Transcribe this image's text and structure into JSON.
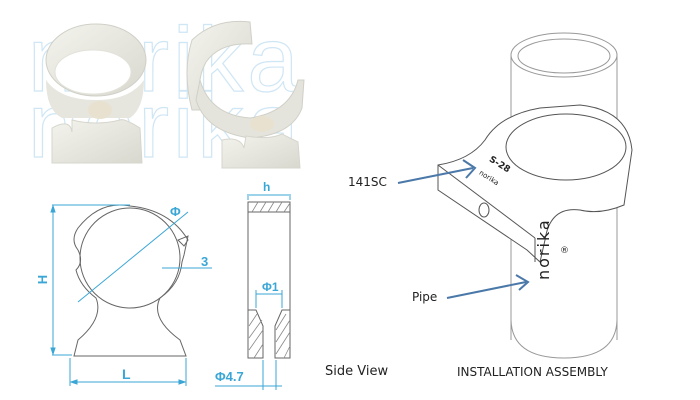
{
  "watermark": {
    "brand": "norika",
    "rows": 2
  },
  "photos": {
    "closed_clip": "white-pipe-clip-closed",
    "open_clip": "white-pipe-clip-open"
  },
  "front_drawing": {
    "dims": {
      "height": "H",
      "length": "L",
      "diameter": "Φ",
      "thickness": "3"
    }
  },
  "side_view": {
    "title": "Side View",
    "dims": {
      "width": "h",
      "inner_hole": "Φ1",
      "outer_hole": "Φ4.7"
    }
  },
  "assembly": {
    "title": "INSTALLATION ASSEMBLY",
    "callouts": [
      {
        "label": "141SC"
      },
      {
        "label": "Pipe"
      }
    ],
    "clip_marking": {
      "size": "S-28",
      "brand": "norika"
    },
    "pipe_marking": {
      "brand": "norika",
      "registered": "®"
    }
  },
  "colors": {
    "dimension": "#3aa6d6",
    "arrow": "#4a78a8",
    "line": "#777777",
    "watermark": "#cfe6f5"
  }
}
